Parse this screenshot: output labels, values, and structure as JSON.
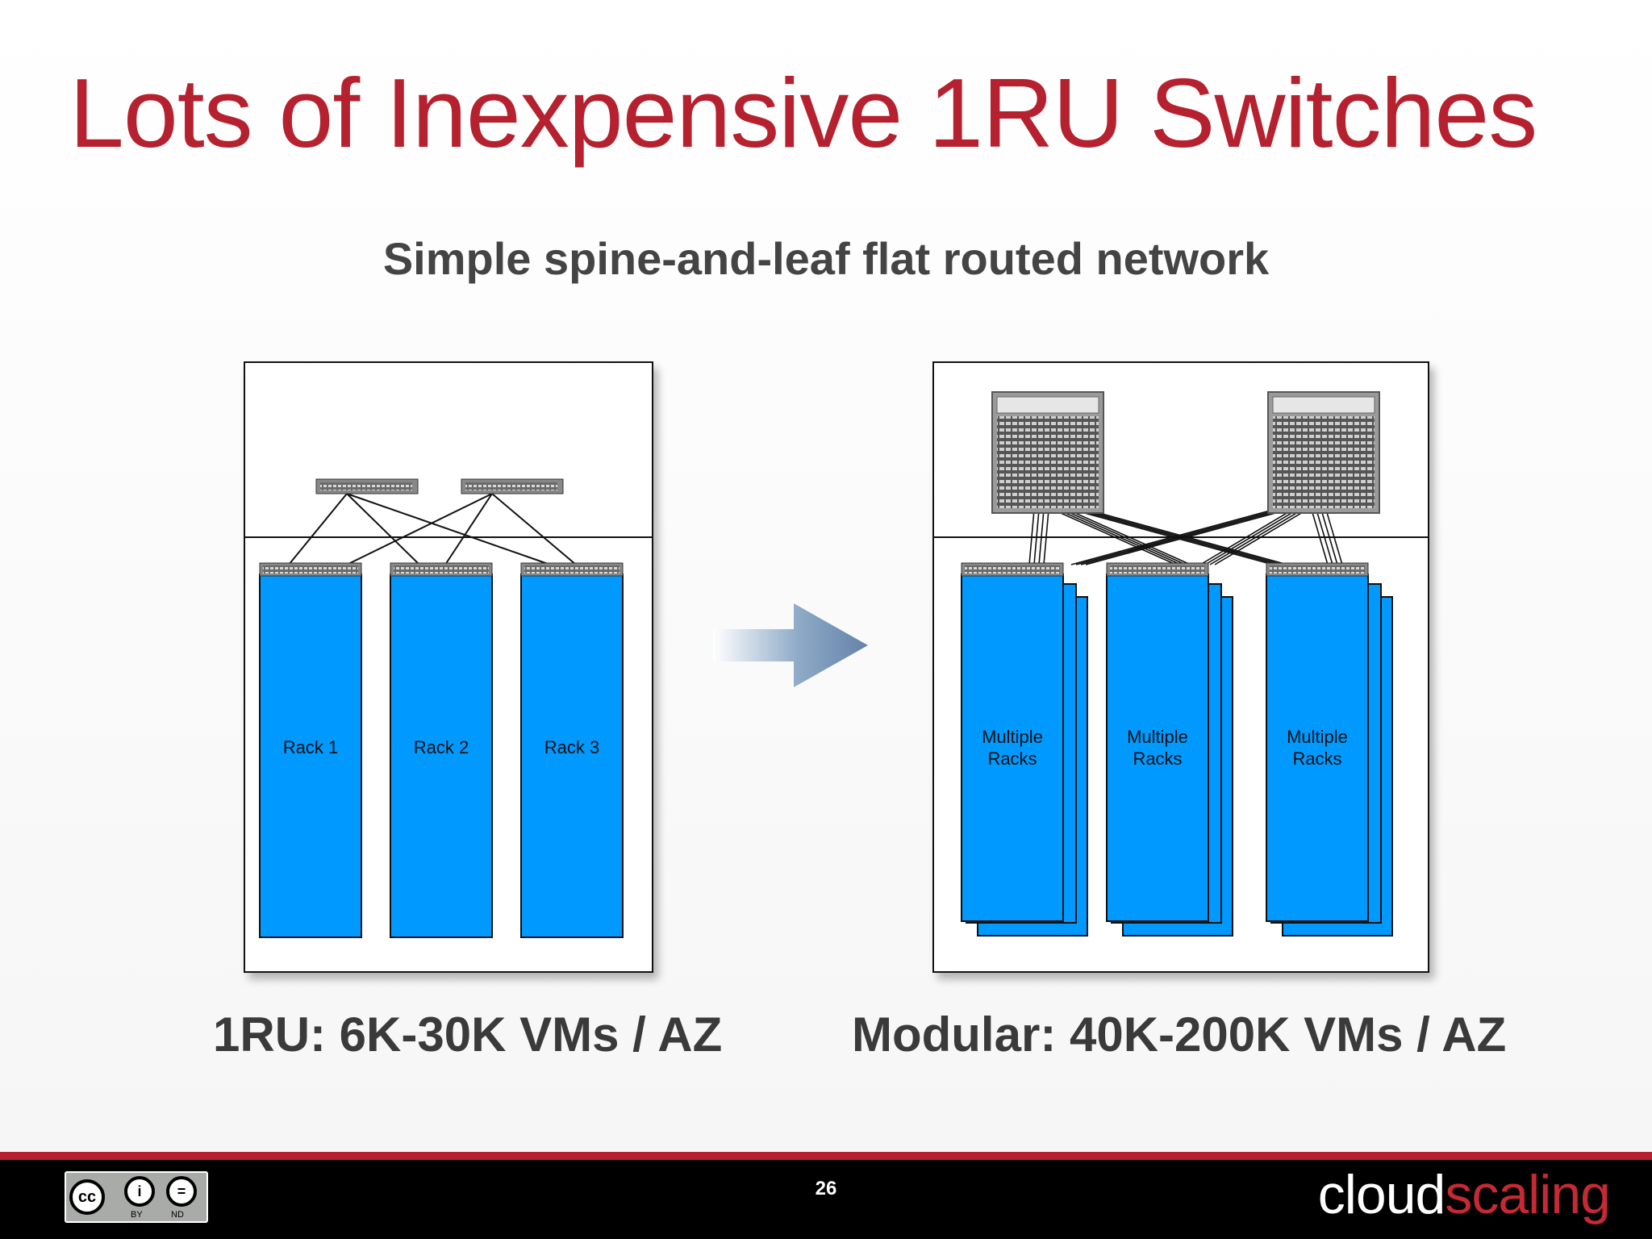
{
  "title": "Lots of Inexpensive 1RU Switches",
  "subtitle": "Simple spine-and-leaf flat routed network",
  "left_diagram": {
    "racks": [
      "Rack 1",
      "Rack 2",
      "Rack 3"
    ],
    "caption": "1RU: 6K-30K VMs / AZ"
  },
  "right_diagram": {
    "groups": [
      {
        "line1": "Multiple",
        "line2": "Racks"
      },
      {
        "line1": "Multiple",
        "line2": "Racks"
      },
      {
        "line1": "Multiple",
        "line2": "Racks"
      }
    ],
    "caption": "Modular: 40K-200K VMs / AZ"
  },
  "footer": {
    "page_number": "26",
    "brand_part1": "cloud",
    "brand_part2": "scaling",
    "license_by": "BY",
    "license_nd": "ND"
  },
  "colors": {
    "title": "#b5212f",
    "rack_fill": "#0099ff",
    "arrow": "#6f93b8"
  }
}
